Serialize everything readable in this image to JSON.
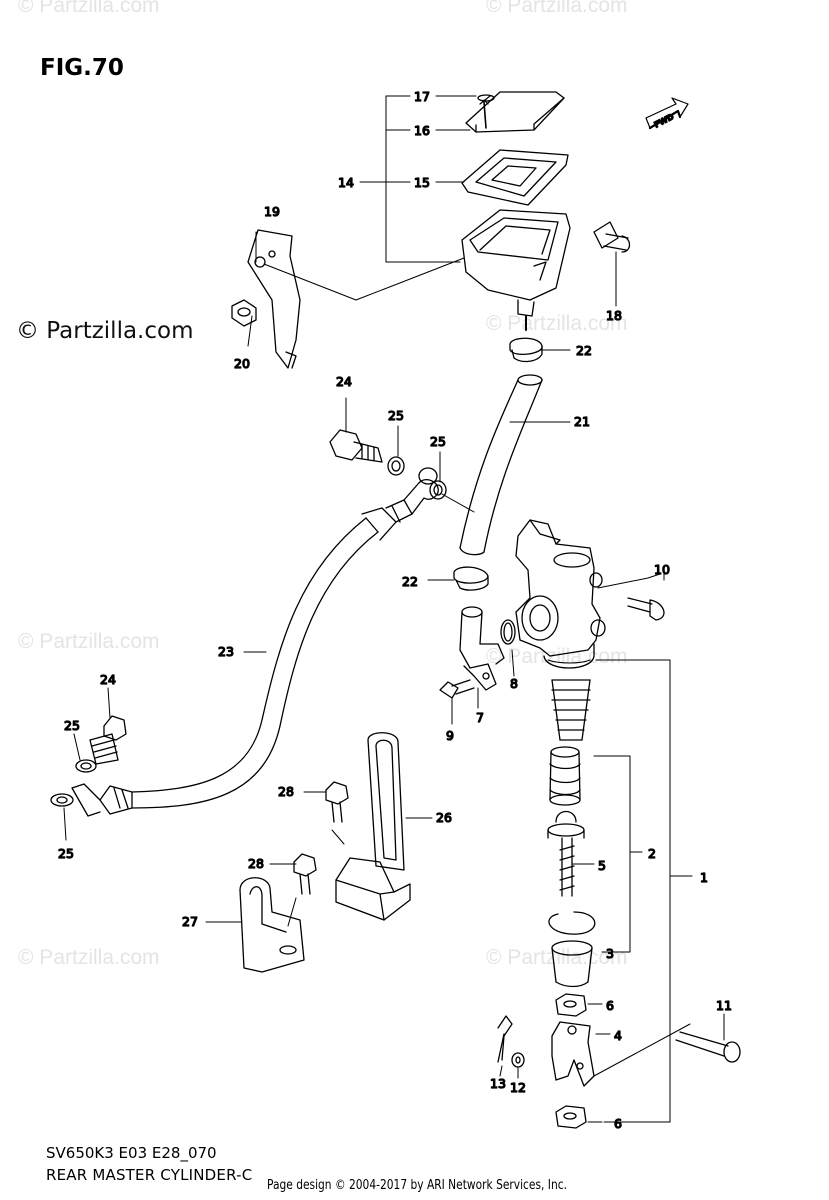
{
  "figure": "FIG.70",
  "brand": "© Partzilla.com",
  "watermark": "© Partzilla.com",
  "model_code": "SV650K3 E03 E28_070",
  "diagram_title": "REAR MASTER CYLINDER-C",
  "footer": "Page design © 2004-2017 by ARI Network Services, Inc.",
  "fwd_label": "FWD",
  "callouts": [
    "1",
    "2",
    "3",
    "4",
    "5",
    "6",
    "6",
    "7",
    "8",
    "9",
    "10",
    "11",
    "12",
    "13",
    "14",
    "15",
    "16",
    "17",
    "18",
    "19",
    "20",
    "21",
    "22",
    "22",
    "23",
    "24",
    "24",
    "25",
    "25",
    "25",
    "25",
    "26",
    "27",
    "28",
    "28"
  ],
  "colors": {
    "line": "#000000",
    "watermark": "#e4e4e4",
    "background": "#ffffff"
  }
}
